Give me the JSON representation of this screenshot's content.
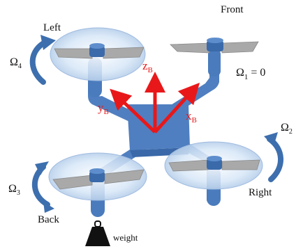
{
  "labels": {
    "front": "Front",
    "left": "Left",
    "right": "Right",
    "back": "Back",
    "weight": "weight"
  },
  "rotors": {
    "omega1": {
      "symbol": "Ω",
      "sub": "1",
      "suffix": " = 0"
    },
    "omega2": {
      "symbol": "Ω",
      "sub": "2"
    },
    "omega3": {
      "symbol": "Ω",
      "sub": "3"
    },
    "omega4": {
      "symbol": "Ω",
      "sub": "4"
    }
  },
  "axes": {
    "x": {
      "base": "x",
      "sub": "B"
    },
    "y": {
      "base": "y",
      "sub": "B"
    },
    "z": {
      "base": "z",
      "sub": "B"
    }
  },
  "colors": {
    "body": "#4f7fc0",
    "body_dark": "#2f5f9e",
    "axis": "#e8181a",
    "blade": "#a9a9a9",
    "disc": "#cfe0f4",
    "rotation_arrow": "#3d6fae",
    "weight": "#111111"
  }
}
